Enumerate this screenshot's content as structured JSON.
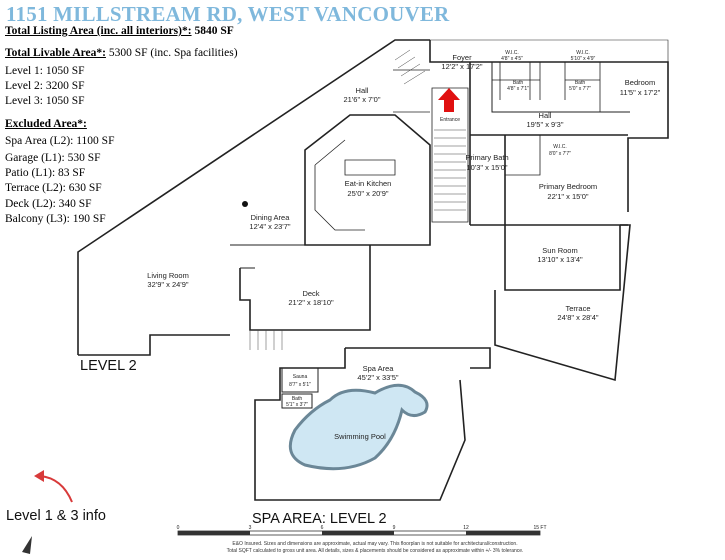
{
  "header": {
    "title": "1151 MILLSTREAM RD, WEST VANCOUVER",
    "total_listing_label": "Total Listing Area (inc. all interiors)*:",
    "total_listing_value": "5840 SF",
    "total_livable_label": "Total Livable Area*:",
    "total_livable_value": "5300 SF (inc. Spa facilities)"
  },
  "levels": [
    {
      "label": "Level 1:",
      "value": "1050 SF"
    },
    {
      "label": "Level 2:",
      "value": "3200 SF"
    },
    {
      "label": "Level 3:",
      "value": "1050 SF"
    }
  ],
  "excluded": {
    "heading": "Excluded Area*:",
    "items": [
      {
        "label": "Spa Area (L2):",
        "value": "1100 SF"
      },
      {
        "label": "Garage (L1):",
        "value": "530 SF"
      },
      {
        "label": "Patio (L1):",
        "value": "83 SF"
      },
      {
        "label": "Terrace (L2):",
        "value": "630 SF"
      },
      {
        "label": "Deck (L2):",
        "value": "340 SF"
      },
      {
        "label": "Balcony (L3):",
        "value": "190 SF"
      }
    ]
  },
  "rooms": {
    "foyer": {
      "name": "Foyer",
      "dim": "12'2\" x 17'2\""
    },
    "wic1": {
      "name": "W.I.C.",
      "dim": "4'8\" x 4'5\""
    },
    "wic2": {
      "name": "W.I.C.",
      "dim": "5'10\" x 4'9\""
    },
    "bath_small1": {
      "name": "Bath",
      "dim": "4'8\" x 7'1\""
    },
    "bath_small2": {
      "name": "Bath",
      "dim": "5'0\" x 7'7\""
    },
    "bedroom": {
      "name": "Bedroom",
      "dim": "11'5\" x 17'2\""
    },
    "hall1": {
      "name": "Hall",
      "dim": "21'6\" x 7'0\""
    },
    "entrance": "Entrance",
    "hall2": {
      "name": "Hall",
      "dim": "19'5\" x 9'3\""
    },
    "primary_bath": {
      "name": "Primary Bath",
      "dim": "10'3\" x 15'0\""
    },
    "wic3": {
      "name": "W.I.C.",
      "dim": "8'0\" x 7'7\""
    },
    "kitchen": {
      "name": "Eat-in Kitchen",
      "dim": "25'0\" x 20'9\""
    },
    "primary_bedroom": {
      "name": "Primary Bedroom",
      "dim": "22'1\" x 15'0\""
    },
    "dining": {
      "name": "Dining Area",
      "dim": "12'4\" x 23'7\""
    },
    "sunroom": {
      "name": "Sun Room",
      "dim": "13'10\" x 13'4\""
    },
    "living": {
      "name": "Living Room",
      "dim": "32'9\" x 24'9\""
    },
    "deck": {
      "name": "Deck",
      "dim": "21'2\" x 18'10\""
    },
    "terrace": {
      "name": "Terrace",
      "dim": "24'8\" x 28'4\""
    },
    "spa": {
      "name": "Spa Area",
      "dim": "45'2\" x 33'5\""
    },
    "sauna": {
      "name": "Sauna",
      "dim": "8'7\" x 5'1\""
    },
    "spa_bath": {
      "name": "Bath",
      "dim": "5'1\" x 3'7\""
    },
    "pool": {
      "name": "Swimming Pool"
    }
  },
  "labels": {
    "level2": "LEVEL 2",
    "level13": "Level 1 & 3 info",
    "spa_level": "SPA AREA: LEVEL 2"
  },
  "scale": {
    "ticks": [
      "0",
      "3",
      "6",
      "9",
      "12",
      "15 FT"
    ]
  },
  "footer": {
    "line1": "E&O Insured. Sizes and dimensions are approximate, actual may vary. This floorplan is not suitable for architectural/construction.",
    "line2": "Total SQFT calculated to gross unit area. All details, sizes & placements should be considered as approximate within +/- 3% tolerance."
  },
  "colors": {
    "title": "#7fb8dc",
    "entrance_arrow": "#e01010",
    "prev_arrow": "#d83a3a",
    "pool_fill": "#cfe7f3"
  },
  "icons": [
    "red-up-arrow-icon",
    "curved-back-arrow-icon",
    "north-compass-icon"
  ]
}
